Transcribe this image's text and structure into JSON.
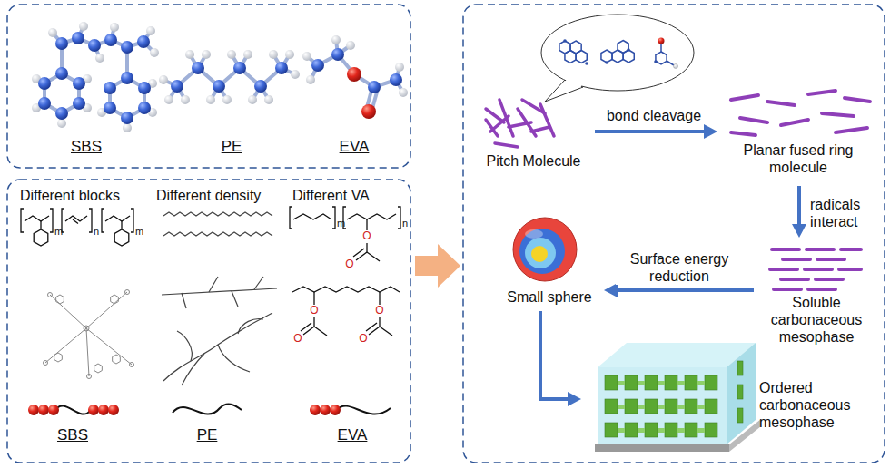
{
  "diagram": {
    "nodes": [
      {
        "text": [
          "Pitch Molecule"
        ]
      },
      {
        "text": [
          "Planar fused ring molecule"
        ]
      },
      {
        "text": [
          "Soluble carbonaceous mesophase"
        ]
      },
      {
        "text": [
          "Small sphere"
        ]
      },
      {
        "text": [
          "Ordered carbonaceous mesophase"
        ]
      }
    ],
    "edges": [
      {
        "from": 0,
        "to": 1,
        "arrow": "to",
        "label": "bond cleavage"
      },
      {
        "from": 1,
        "to": 2,
        "arrow": "to",
        "label": "radicals interact"
      },
      {
        "from": 2,
        "to": 3,
        "arrow": "to",
        "label": "Surface energy reduction"
      },
      {
        "from": 3,
        "to": 4,
        "arrow": "to"
      }
    ],
    "labels": [
      "SBS",
      "PE",
      "EVA",
      "Different blocks",
      "Different density",
      "Different VA",
      "m",
      "n",
      "m",
      "m",
      "n",
      "O",
      "O",
      "O",
      "O",
      "O",
      "O",
      "SBS",
      "PE",
      "EVA"
    ]
  }
}
